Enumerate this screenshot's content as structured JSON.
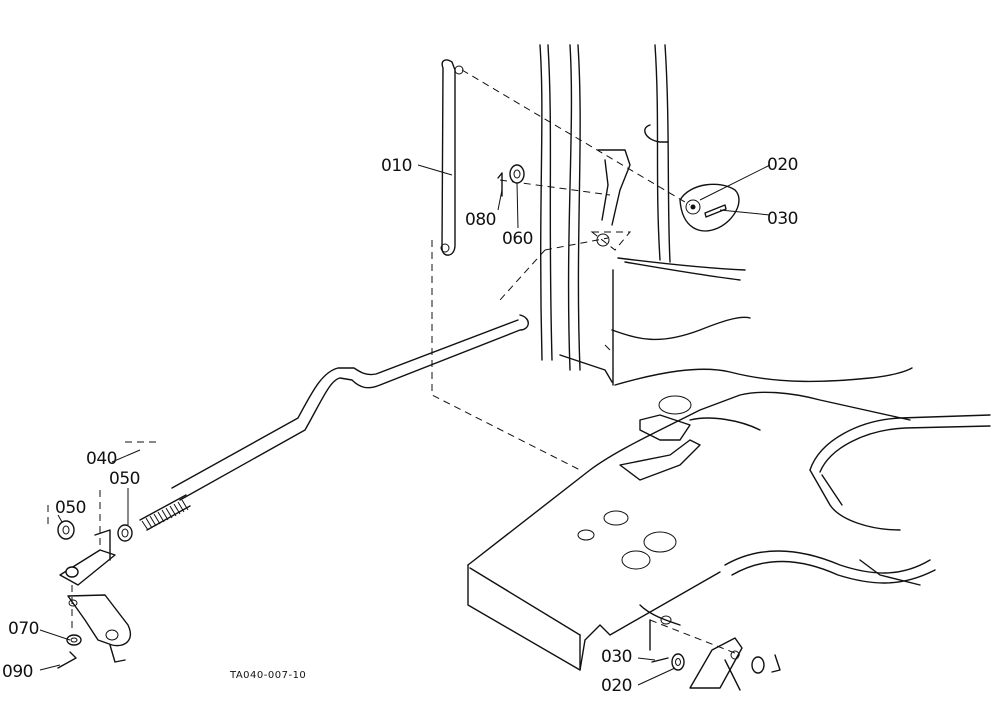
{
  "diagram": {
    "drawing_code": "TA040-007-10",
    "part_labels": [
      "010",
      "020",
      "030",
      "080",
      "060",
      "040",
      "050",
      "050",
      "070",
      "090",
      "030",
      "020"
    ]
  }
}
